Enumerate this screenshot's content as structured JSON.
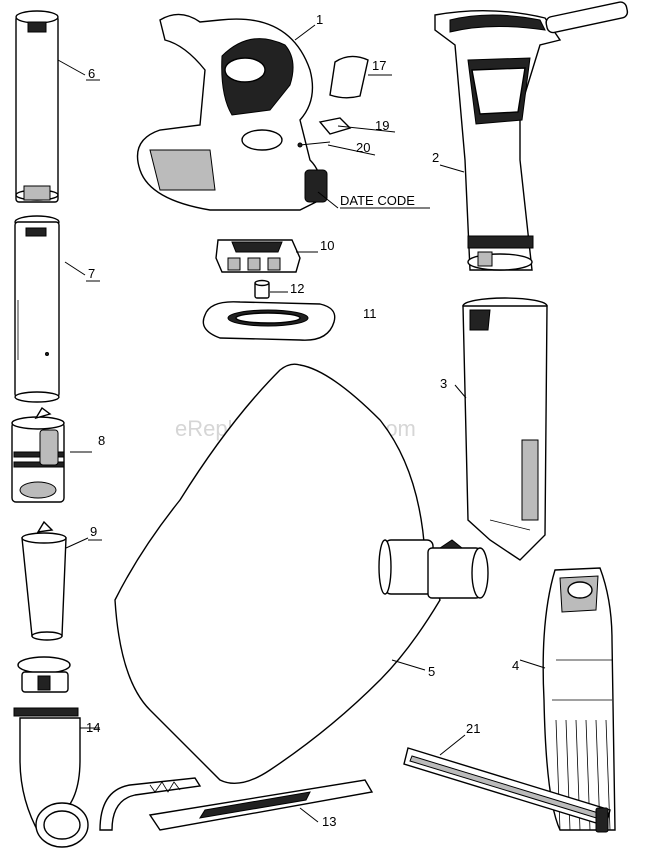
{
  "watermark": "eReplacementParts.com",
  "date_code_label": "DATE CODE",
  "labels": {
    "p1": "1",
    "p2": "2",
    "p3": "3",
    "p4": "4",
    "p5": "5",
    "p6": "6",
    "p7": "7",
    "p8": "8",
    "p9": "9",
    "p10": "10",
    "p11": "11",
    "p12": "12",
    "p13": "13",
    "p14": "14",
    "p17": "17",
    "p19": "19",
    "p20": "20",
    "p21": "21"
  }
}
